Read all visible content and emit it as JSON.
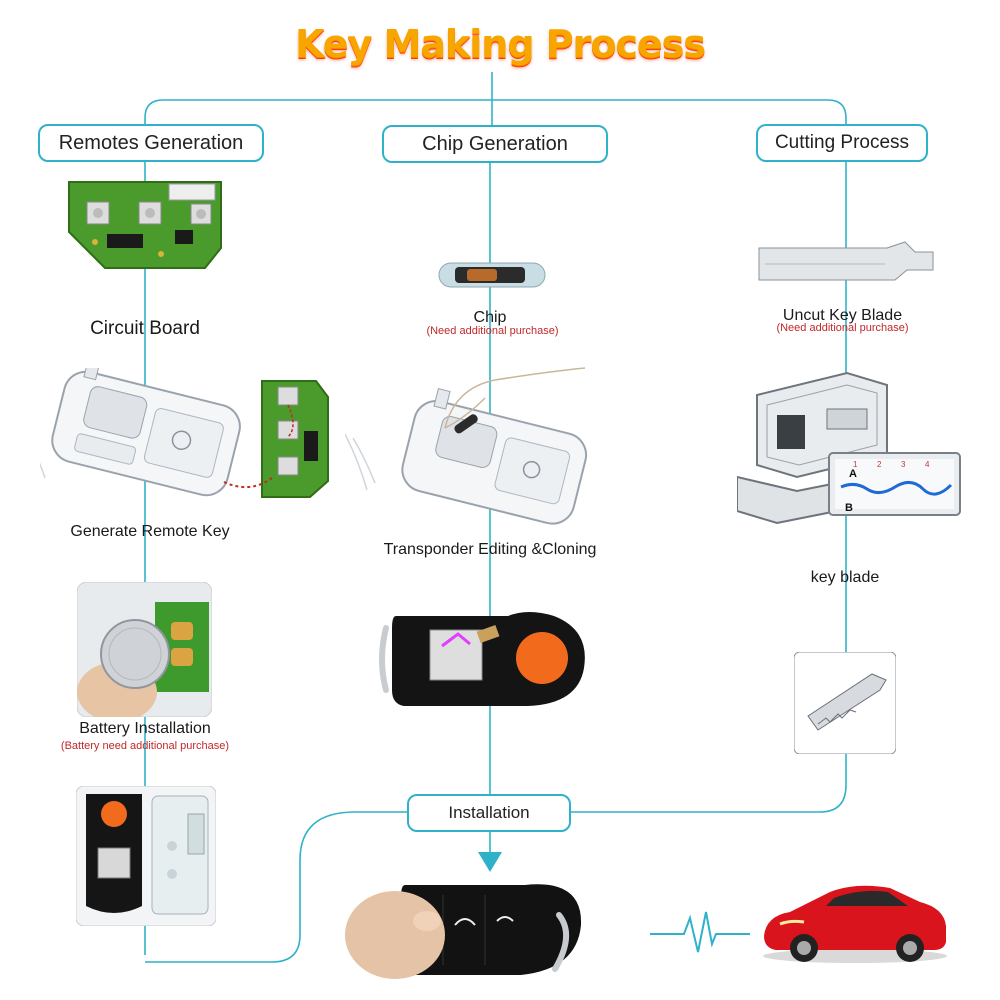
{
  "title": "Key Making Process",
  "colors": {
    "title_gradient": [
      "#ffd200",
      "#ff4a00"
    ],
    "connector": "#2fb2c9",
    "note": "#c0282a"
  },
  "columns": {
    "remotes": {
      "header": "Remotes Generation",
      "steps": [
        {
          "label": "Circuit Board"
        },
        {
          "label": "Generate Remote Key"
        },
        {
          "label": "Battery Installation",
          "note": "(Battery need additional purchase)"
        }
      ]
    },
    "chip": {
      "header": "Chip Generation",
      "steps": [
        {
          "label": "Chip",
          "note": "(Need additional purchase)"
        },
        {
          "label": "Transponder Editing &Cloning"
        }
      ]
    },
    "cutting": {
      "header": "Cutting Process",
      "steps": [
        {
          "label": "Uncut Key  Blade",
          "note": "(Need additional purchase)"
        },
        {
          "label": "key blade"
        }
      ]
    }
  },
  "installation": {
    "label": "Installation"
  },
  "cutter_screen": {
    "label_a": "A",
    "label_b": "B"
  },
  "icons": [
    "circuit-board-icon",
    "chip-icon",
    "key-blade-icon",
    "key-programmer-icon",
    "key-cutting-machine-icon",
    "battery-icon",
    "flip-key-shell-icon",
    "cut-key-blade-icon",
    "flip-key-in-hand-icon",
    "signal-pulse-icon",
    "red-car-icon"
  ]
}
